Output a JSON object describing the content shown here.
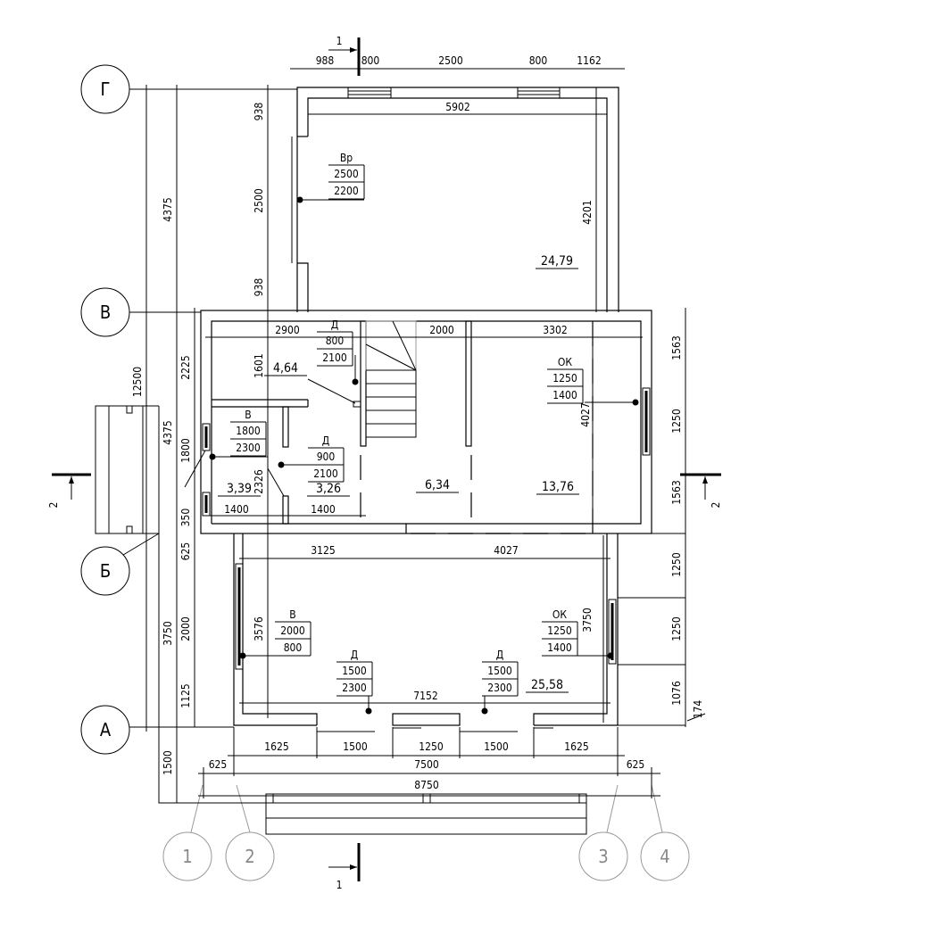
{
  "axes": {
    "rows": [
      "Г",
      "В",
      "Б",
      "А"
    ],
    "cols": [
      "1",
      "2",
      "3",
      "4"
    ]
  },
  "sections": {
    "s1": "1",
    "s2": "2"
  },
  "dims": {
    "top": [
      "988",
      "800",
      "2500",
      "800",
      "1162"
    ],
    "upper_inner_width": "5902",
    "upper_left": [
      "938",
      "2500",
      "938"
    ],
    "upper_right": "4201",
    "left_overall": "12500",
    "left_axes": [
      "4375",
      "4375",
      "3750",
      "1500"
    ],
    "left_openings": [
      "2225",
      "1800",
      "350",
      "625",
      "2000",
      "1125"
    ],
    "main_top": [
      "2900",
      "2000",
      "3302"
    ],
    "main_internal": [
      "1601",
      "2326",
      "1400",
      "1400",
      "4027"
    ],
    "main_right": [
      "1563",
      "1250",
      "1563"
    ],
    "lower": [
      "3125",
      "4027",
      "3576",
      "3750",
      "7152"
    ],
    "lower_right": [
      "1250",
      "1250",
      "1076",
      "174"
    ],
    "bottom_openings": [
      "1625",
      "1500",
      "1250",
      "1500",
      "1625"
    ],
    "bottom_axes": [
      "625",
      "7500",
      "625"
    ],
    "bottom_overall": "8750"
  },
  "rooms": [
    "24,79",
    "4,64",
    "3,39",
    "3,26",
    "6,34",
    "13,76",
    "25,58"
  ],
  "openings": [
    {
      "type": "Вр",
      "w": "2500",
      "h": "2200"
    },
    {
      "type": "Д",
      "w": "800",
      "h": "2100"
    },
    {
      "type": "В",
      "w": "1800",
      "h": "2300"
    },
    {
      "type": "Д",
      "w": "900",
      "h": "2100"
    },
    {
      "type": "ОК",
      "w": "1250",
      "h": "1400"
    },
    {
      "type": "В",
      "w": "2000",
      "h": "800"
    },
    {
      "type": "ОК",
      "w": "1250",
      "h": "1400"
    },
    {
      "type": "Д",
      "w": "1500",
      "h": "2300"
    },
    {
      "type": "Д",
      "w": "1500",
      "h": "2300"
    }
  ]
}
